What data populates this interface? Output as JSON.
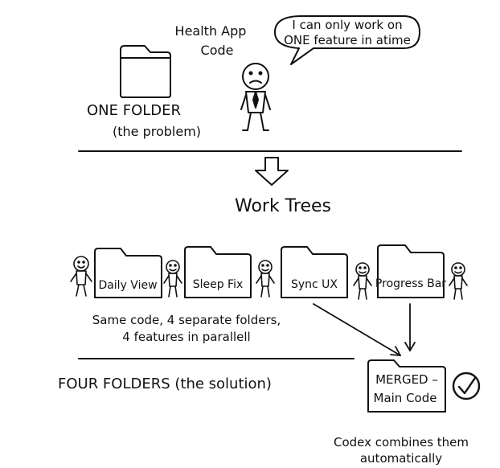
{
  "top": {
    "folder_label_line1": "Health App",
    "folder_label_line2": "Code",
    "speech_line1": "I can only work on",
    "speech_line2": "ONE feature in atime",
    "heading": "ONE FOLDER",
    "subheading": "(the problem)"
  },
  "middle": {
    "title": "Work Trees"
  },
  "worktrees": {
    "folders": [
      {
        "label": "Daily View"
      },
      {
        "label": "Sleep Fix"
      },
      {
        "label": "Sync UX"
      },
      {
        "label": "Progress Bar"
      }
    ],
    "caption_line1": "Same code, 4 separate folders,",
    "caption_line2": "4 features in parallell"
  },
  "bottom": {
    "heading": "FOUR FOLDERS (the solution)",
    "merged_line1": "MERGED –",
    "merged_line2": "Main Code",
    "note_line1": "Codex combines them",
    "note_line2": "automatically"
  },
  "colors": {
    "ink": "#111111",
    "paper": "#ffffff"
  }
}
